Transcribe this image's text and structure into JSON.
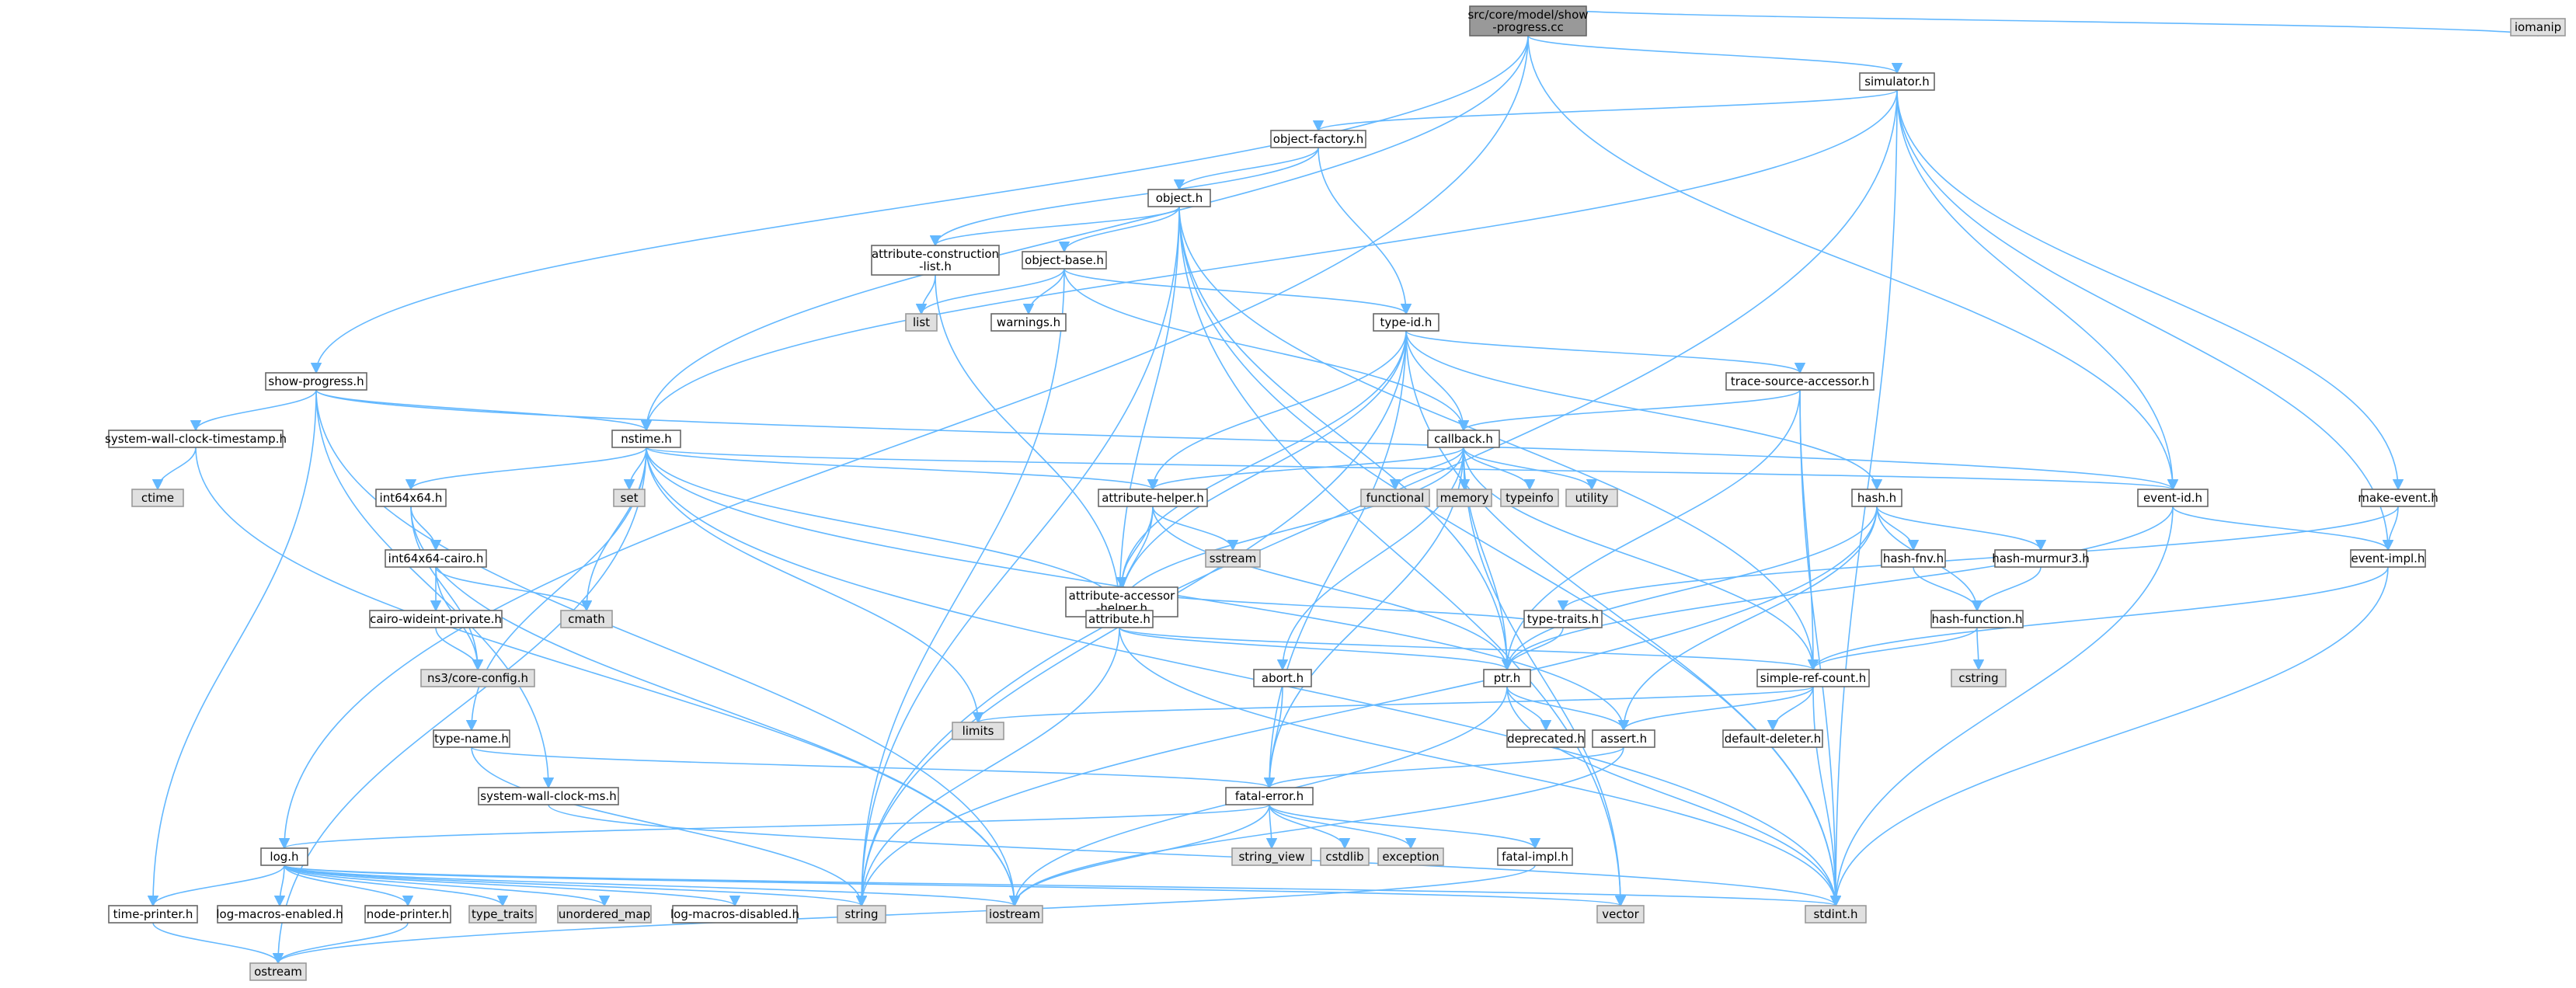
{
  "diagram": {
    "nodes": [
      {
        "id": "root",
        "label": "src/core/model/show\n-progress.cc",
        "kind": "root"
      },
      {
        "id": "iomanip",
        "label": "iomanip",
        "kind": "std"
      },
      {
        "id": "simulator",
        "label": "simulator.h",
        "kind": "hdr"
      },
      {
        "id": "object_factory",
        "label": "object-factory.h",
        "kind": "hdr"
      },
      {
        "id": "object",
        "label": "object.h",
        "kind": "hdr"
      },
      {
        "id": "attr_constr_list",
        "label": "attribute-construction\n-list.h",
        "kind": "hdr"
      },
      {
        "id": "object_base",
        "label": "object-base.h",
        "kind": "hdr"
      },
      {
        "id": "list",
        "label": "list",
        "kind": "std"
      },
      {
        "id": "warnings",
        "label": "warnings.h",
        "kind": "hdr"
      },
      {
        "id": "type_id",
        "label": "type-id.h",
        "kind": "hdr"
      },
      {
        "id": "trace_source",
        "label": "trace-source-accessor.h",
        "kind": "hdr"
      },
      {
        "id": "callback",
        "label": "callback.h",
        "kind": "hdr"
      },
      {
        "id": "show_progress",
        "label": "show-progress.h",
        "kind": "hdr"
      },
      {
        "id": "nstime",
        "label": "nstime.h",
        "kind": "hdr"
      },
      {
        "id": "sys_wall_ts",
        "label": "system-wall-clock-timestamp.h",
        "kind": "hdr"
      },
      {
        "id": "ctime",
        "label": "ctime",
        "kind": "std"
      },
      {
        "id": "int64x64",
        "label": "int64x64.h",
        "kind": "hdr"
      },
      {
        "id": "set",
        "label": "set",
        "kind": "std"
      },
      {
        "id": "int64x64_cairo",
        "label": "int64x64-cairo.h",
        "kind": "hdr"
      },
      {
        "id": "cmath",
        "label": "cmath",
        "kind": "std"
      },
      {
        "id": "cairo_wideint",
        "label": "cairo-wideint-private.h",
        "kind": "hdr"
      },
      {
        "id": "core_config",
        "label": "ns3/core-config.h",
        "kind": "std"
      },
      {
        "id": "attr_helper",
        "label": "attribute-helper.h",
        "kind": "hdr"
      },
      {
        "id": "sstream",
        "label": "sstream",
        "kind": "std"
      },
      {
        "id": "attr_accessor",
        "label": "attribute-accessor\n-helper.h",
        "kind": "hdr"
      },
      {
        "id": "attribute",
        "label": "attribute.h",
        "kind": "hdr"
      },
      {
        "id": "functional",
        "label": "functional",
        "kind": "std"
      },
      {
        "id": "memory",
        "label": "memory",
        "kind": "std"
      },
      {
        "id": "typeinfo",
        "label": "typeinfo",
        "kind": "std"
      },
      {
        "id": "utility",
        "label": "utility",
        "kind": "std"
      },
      {
        "id": "event_id",
        "label": "event-id.h",
        "kind": "hdr"
      },
      {
        "id": "make_event",
        "label": "make-event.h",
        "kind": "hdr"
      },
      {
        "id": "event_impl",
        "label": "event-impl.h",
        "kind": "hdr"
      },
      {
        "id": "hash",
        "label": "hash.h",
        "kind": "hdr"
      },
      {
        "id": "hash_fnv",
        "label": "hash-fnv.h",
        "kind": "hdr"
      },
      {
        "id": "hash_murmur",
        "label": "hash-murmur3.h",
        "kind": "hdr"
      },
      {
        "id": "hash_function",
        "label": "hash-function.h",
        "kind": "hdr"
      },
      {
        "id": "cstring",
        "label": "cstring",
        "kind": "std"
      },
      {
        "id": "type_traits_h",
        "label": "type-traits.h",
        "kind": "hdr"
      },
      {
        "id": "ptr",
        "label": "ptr.h",
        "kind": "hdr"
      },
      {
        "id": "simple_ref",
        "label": "simple-ref-count.h",
        "kind": "hdr"
      },
      {
        "id": "default_deleter",
        "label": "default-deleter.h",
        "kind": "hdr"
      },
      {
        "id": "deprecated",
        "label": "deprecated.h",
        "kind": "hdr"
      },
      {
        "id": "assert",
        "label": "assert.h",
        "kind": "hdr"
      },
      {
        "id": "abort",
        "label": "abort.h",
        "kind": "hdr"
      },
      {
        "id": "limits",
        "label": "limits",
        "kind": "std"
      },
      {
        "id": "type_name",
        "label": "type-name.h",
        "kind": "hdr"
      },
      {
        "id": "sys_wall_ms",
        "label": "system-wall-clock-ms.h",
        "kind": "hdr"
      },
      {
        "id": "fatal_error",
        "label": "fatal-error.h",
        "kind": "hdr"
      },
      {
        "id": "string_view",
        "label": "string_view",
        "kind": "std"
      },
      {
        "id": "cstdlib",
        "label": "cstdlib",
        "kind": "std"
      },
      {
        "id": "exception",
        "label": "exception",
        "kind": "std"
      },
      {
        "id": "fatal_impl",
        "label": "fatal-impl.h",
        "kind": "hdr"
      },
      {
        "id": "log",
        "label": "log.h",
        "kind": "hdr"
      },
      {
        "id": "time_printer",
        "label": "time-printer.h",
        "kind": "hdr"
      },
      {
        "id": "log_macros_en",
        "label": "log-macros-enabled.h",
        "kind": "hdr"
      },
      {
        "id": "node_printer",
        "label": "node-printer.h",
        "kind": "hdr"
      },
      {
        "id": "type_traits",
        "label": "type_traits",
        "kind": "std"
      },
      {
        "id": "unordered_map",
        "label": "unordered_map",
        "kind": "std"
      },
      {
        "id": "log_macros_dis",
        "label": "log-macros-disabled.h",
        "kind": "hdr"
      },
      {
        "id": "string",
        "label": "string",
        "kind": "std"
      },
      {
        "id": "iostream",
        "label": "iostream",
        "kind": "std"
      },
      {
        "id": "vector",
        "label": "vector",
        "kind": "std"
      },
      {
        "id": "stdint",
        "label": "stdint.h",
        "kind": "std"
      },
      {
        "id": "ostream",
        "label": "ostream",
        "kind": "std"
      }
    ],
    "edges": [
      [
        "root",
        "iomanip"
      ],
      [
        "root",
        "simulator"
      ],
      [
        "root",
        "show_progress"
      ],
      [
        "root",
        "nstime"
      ],
      [
        "root",
        "log"
      ],
      [
        "root",
        "event_id"
      ],
      [
        "simulator",
        "object_factory"
      ],
      [
        "simulator",
        "nstime"
      ],
      [
        "simulator",
        "string"
      ],
      [
        "simulator",
        "event_id"
      ],
      [
        "simulator",
        "make_event"
      ],
      [
        "simulator",
        "event_impl"
      ],
      [
        "simulator",
        "stdint"
      ],
      [
        "object_factory",
        "object"
      ],
      [
        "object_factory",
        "attr_constr_list"
      ],
      [
        "object_factory",
        "type_id"
      ],
      [
        "object",
        "attr_constr_list"
      ],
      [
        "object",
        "object_base"
      ],
      [
        "object",
        "attribute"
      ],
      [
        "object",
        "ptr"
      ],
      [
        "object",
        "simple_ref"
      ],
      [
        "object",
        "string"
      ],
      [
        "object",
        "vector"
      ],
      [
        "object",
        "stdint"
      ],
      [
        "attr_constr_list",
        "list"
      ],
      [
        "attr_constr_list",
        "attribute"
      ],
      [
        "object_base",
        "list"
      ],
      [
        "object_base",
        "warnings"
      ],
      [
        "object_base",
        "type_id"
      ],
      [
        "object_base",
        "callback"
      ],
      [
        "object_base",
        "string"
      ],
      [
        "type_id",
        "trace_source"
      ],
      [
        "type_id",
        "callback"
      ],
      [
        "type_id",
        "attr_helper"
      ],
      [
        "type_id",
        "attr_accessor"
      ],
      [
        "type_id",
        "attribute"
      ],
      [
        "type_id",
        "hash"
      ],
      [
        "type_id",
        "string"
      ],
      [
        "type_id",
        "stdint"
      ],
      [
        "type_id",
        "fatal_error"
      ],
      [
        "trace_source",
        "callback"
      ],
      [
        "trace_source",
        "ptr"
      ],
      [
        "trace_source",
        "simple_ref"
      ],
      [
        "trace_source",
        "stdint"
      ],
      [
        "callback",
        "attr_helper"
      ],
      [
        "callback",
        "attribute"
      ],
      [
        "callback",
        "abort"
      ],
      [
        "callback",
        "fatal_error"
      ],
      [
        "callback",
        "functional"
      ],
      [
        "callback",
        "memory"
      ],
      [
        "callback",
        "typeinfo"
      ],
      [
        "callback",
        "utility"
      ],
      [
        "callback",
        "vector"
      ],
      [
        "callback",
        "simple_ref"
      ],
      [
        "callback",
        "ptr"
      ],
      [
        "show_progress",
        "nstime"
      ],
      [
        "show_progress",
        "sys_wall_ts"
      ],
      [
        "show_progress",
        "sys_wall_ms"
      ],
      [
        "show_progress",
        "time_printer"
      ],
      [
        "show_progress",
        "event_id"
      ],
      [
        "show_progress",
        "iostream"
      ],
      [
        "sys_wall_ts",
        "ctime"
      ],
      [
        "sys_wall_ts",
        "iostream"
      ],
      [
        "nstime",
        "int64x64"
      ],
      [
        "nstime",
        "set"
      ],
      [
        "nstime",
        "cmath"
      ],
      [
        "nstime",
        "attr_helper"
      ],
      [
        "nstime",
        "attribute"
      ],
      [
        "nstime",
        "event_id"
      ],
      [
        "nstime",
        "limits"
      ],
      [
        "nstime",
        "type_name"
      ],
      [
        "nstime",
        "assert"
      ],
      [
        "nstime",
        "ostream"
      ],
      [
        "nstime",
        "stdint"
      ],
      [
        "int64x64",
        "int64x64_cairo"
      ],
      [
        "int64x64",
        "core_config"
      ],
      [
        "int64x64",
        "iostream"
      ],
      [
        "int64x64_cairo",
        "cairo_wideint"
      ],
      [
        "int64x64_cairo",
        "cmath"
      ],
      [
        "int64x64_cairo",
        "core_config"
      ],
      [
        "cairo_wideint",
        "core_config"
      ],
      [
        "attr_helper",
        "sstream"
      ],
      [
        "attr_helper",
        "attr_accessor"
      ],
      [
        "attr_helper",
        "attribute"
      ],
      [
        "attr_helper",
        "ptr"
      ],
      [
        "attr_accessor",
        "attribute"
      ],
      [
        "attr_accessor",
        "type_traits_h"
      ],
      [
        "attribute",
        "ptr"
      ],
      [
        "attribute",
        "simple_ref"
      ],
      [
        "attribute",
        "string"
      ],
      [
        "attribute",
        "stdint"
      ],
      [
        "event_id",
        "event_impl"
      ],
      [
        "event_id",
        "ptr"
      ],
      [
        "event_id",
        "stdint"
      ],
      [
        "make_event",
        "event_impl"
      ],
      [
        "make_event",
        "type_traits_h"
      ],
      [
        "event_impl",
        "simple_ref"
      ],
      [
        "event_impl",
        "stdint"
      ],
      [
        "hash",
        "hash_fnv"
      ],
      [
        "hash",
        "hash_murmur"
      ],
      [
        "hash",
        "hash_function"
      ],
      [
        "hash",
        "assert"
      ],
      [
        "hash",
        "ptr"
      ],
      [
        "hash",
        "string"
      ],
      [
        "hash_fnv",
        "hash_function"
      ],
      [
        "hash_murmur",
        "hash_function"
      ],
      [
        "hash_function",
        "cstring"
      ],
      [
        "hash_function",
        "simple_ref"
      ],
      [
        "type_traits_h",
        "ptr"
      ],
      [
        "ptr",
        "assert"
      ],
      [
        "ptr",
        "deprecated"
      ],
      [
        "ptr",
        "iostream"
      ],
      [
        "ptr",
        "stdint"
      ],
      [
        "simple_ref",
        "assert"
      ],
      [
        "simple_ref",
        "default_deleter"
      ],
      [
        "simple_ref",
        "limits"
      ],
      [
        "simple_ref",
        "stdint"
      ],
      [
        "assert",
        "fatal_error"
      ],
      [
        "assert",
        "iostream"
      ],
      [
        "abort",
        "fatal_error"
      ],
      [
        "type_name",
        "fatal_error"
      ],
      [
        "type_name",
        "string"
      ],
      [
        "sys_wall_ms",
        "stdint"
      ],
      [
        "fatal_error",
        "log"
      ],
      [
        "fatal_error",
        "fatal_impl"
      ],
      [
        "fatal_error",
        "string_view"
      ],
      [
        "fatal_error",
        "cstdlib"
      ],
      [
        "fatal_error",
        "exception"
      ],
      [
        "fatal_error",
        "iostream"
      ],
      [
        "fatal_impl",
        "ostream"
      ],
      [
        "log",
        "time_printer"
      ],
      [
        "log",
        "log_macros_en"
      ],
      [
        "log",
        "node_printer"
      ],
      [
        "log",
        "type_traits"
      ],
      [
        "log",
        "unordered_map"
      ],
      [
        "log",
        "log_macros_dis"
      ],
      [
        "log",
        "string"
      ],
      [
        "log",
        "iostream"
      ],
      [
        "log",
        "vector"
      ],
      [
        "log",
        "stdint"
      ],
      [
        "time_printer",
        "ostream"
      ],
      [
        "node_printer",
        "ostream"
      ]
    ]
  }
}
